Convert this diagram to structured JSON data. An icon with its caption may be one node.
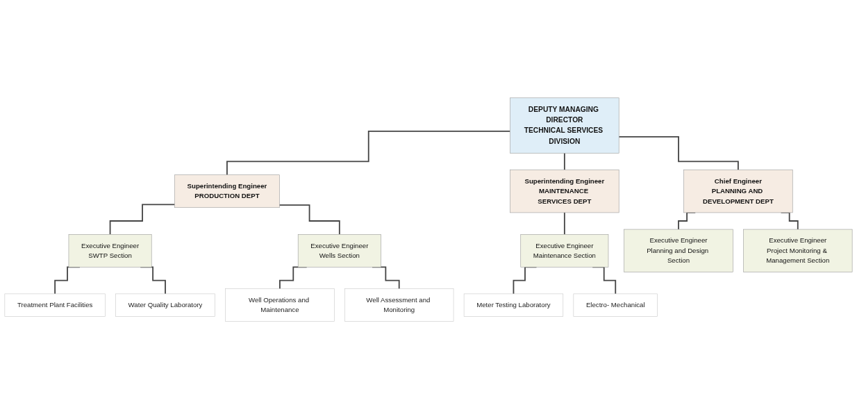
{
  "diagram": {
    "nodes": [
      {
        "text": [
          "DEPUTY MANAGING DIRECTOR",
          "TECHNICAL SERVICES DIVISION"
        ]
      },
      {
        "text": [
          "Superintending Engineer",
          "PRODUCTION DEPT"
        ]
      },
      {
        "text": [
          "Superintending Engineer",
          "MAINTENANCE SERVICES DEPT"
        ]
      },
      {
        "text": [
          "Chief Engineer",
          "PLANNING AND DEVELOPMENT DEPT"
        ]
      },
      {
        "text": [
          "Executive Engineer",
          "SWTP Section"
        ]
      },
      {
        "text": [
          "Executive Engineer",
          "Wells Section"
        ]
      },
      {
        "text": [
          "Executive Engineer",
          "Maintenance Section"
        ]
      },
      {
        "text": [
          "Executive Engineer",
          "Planning and Design Section"
        ]
      },
      {
        "text": [
          "Executive Engineer",
          "Project Monitoring & Management Section"
        ]
      },
      {
        "text": [
          "Treatment Plant Facilities"
        ]
      },
      {
        "text": [
          "Water Quality Laboratory"
        ]
      },
      {
        "text": [
          "Well Operations and Maintenance"
        ]
      },
      {
        "text": [
          "Well Assessment and Monitoring"
        ]
      },
      {
        "text": [
          "Meter Testing Laboratory"
        ]
      },
      {
        "text": [
          "Electro- Mechanical"
        ]
      }
    ],
    "edges": [
      {
        "from": 0,
        "to": 1,
        "arrow": "none"
      },
      {
        "from": 0,
        "to": 2,
        "arrow": "none"
      },
      {
        "from": 0,
        "to": 3,
        "arrow": "none"
      },
      {
        "from": 1,
        "to": 4,
        "arrow": "none"
      },
      {
        "from": 1,
        "to": 5,
        "arrow": "none"
      },
      {
        "from": 2,
        "to": 6,
        "arrow": "none"
      },
      {
        "from": 3,
        "to": 7,
        "arrow": "none"
      },
      {
        "from": 3,
        "to": 8,
        "arrow": "none"
      },
      {
        "from": 4,
        "to": 9,
        "arrow": "none"
      },
      {
        "from": 4,
        "to": 10,
        "arrow": "none"
      },
      {
        "from": 5,
        "to": 11,
        "arrow": "none"
      },
      {
        "from": 5,
        "to": 12,
        "arrow": "none"
      },
      {
        "from": 6,
        "to": 13,
        "arrow": "none"
      },
      {
        "from": 6,
        "to": 14,
        "arrow": "none"
      }
    ]
  }
}
